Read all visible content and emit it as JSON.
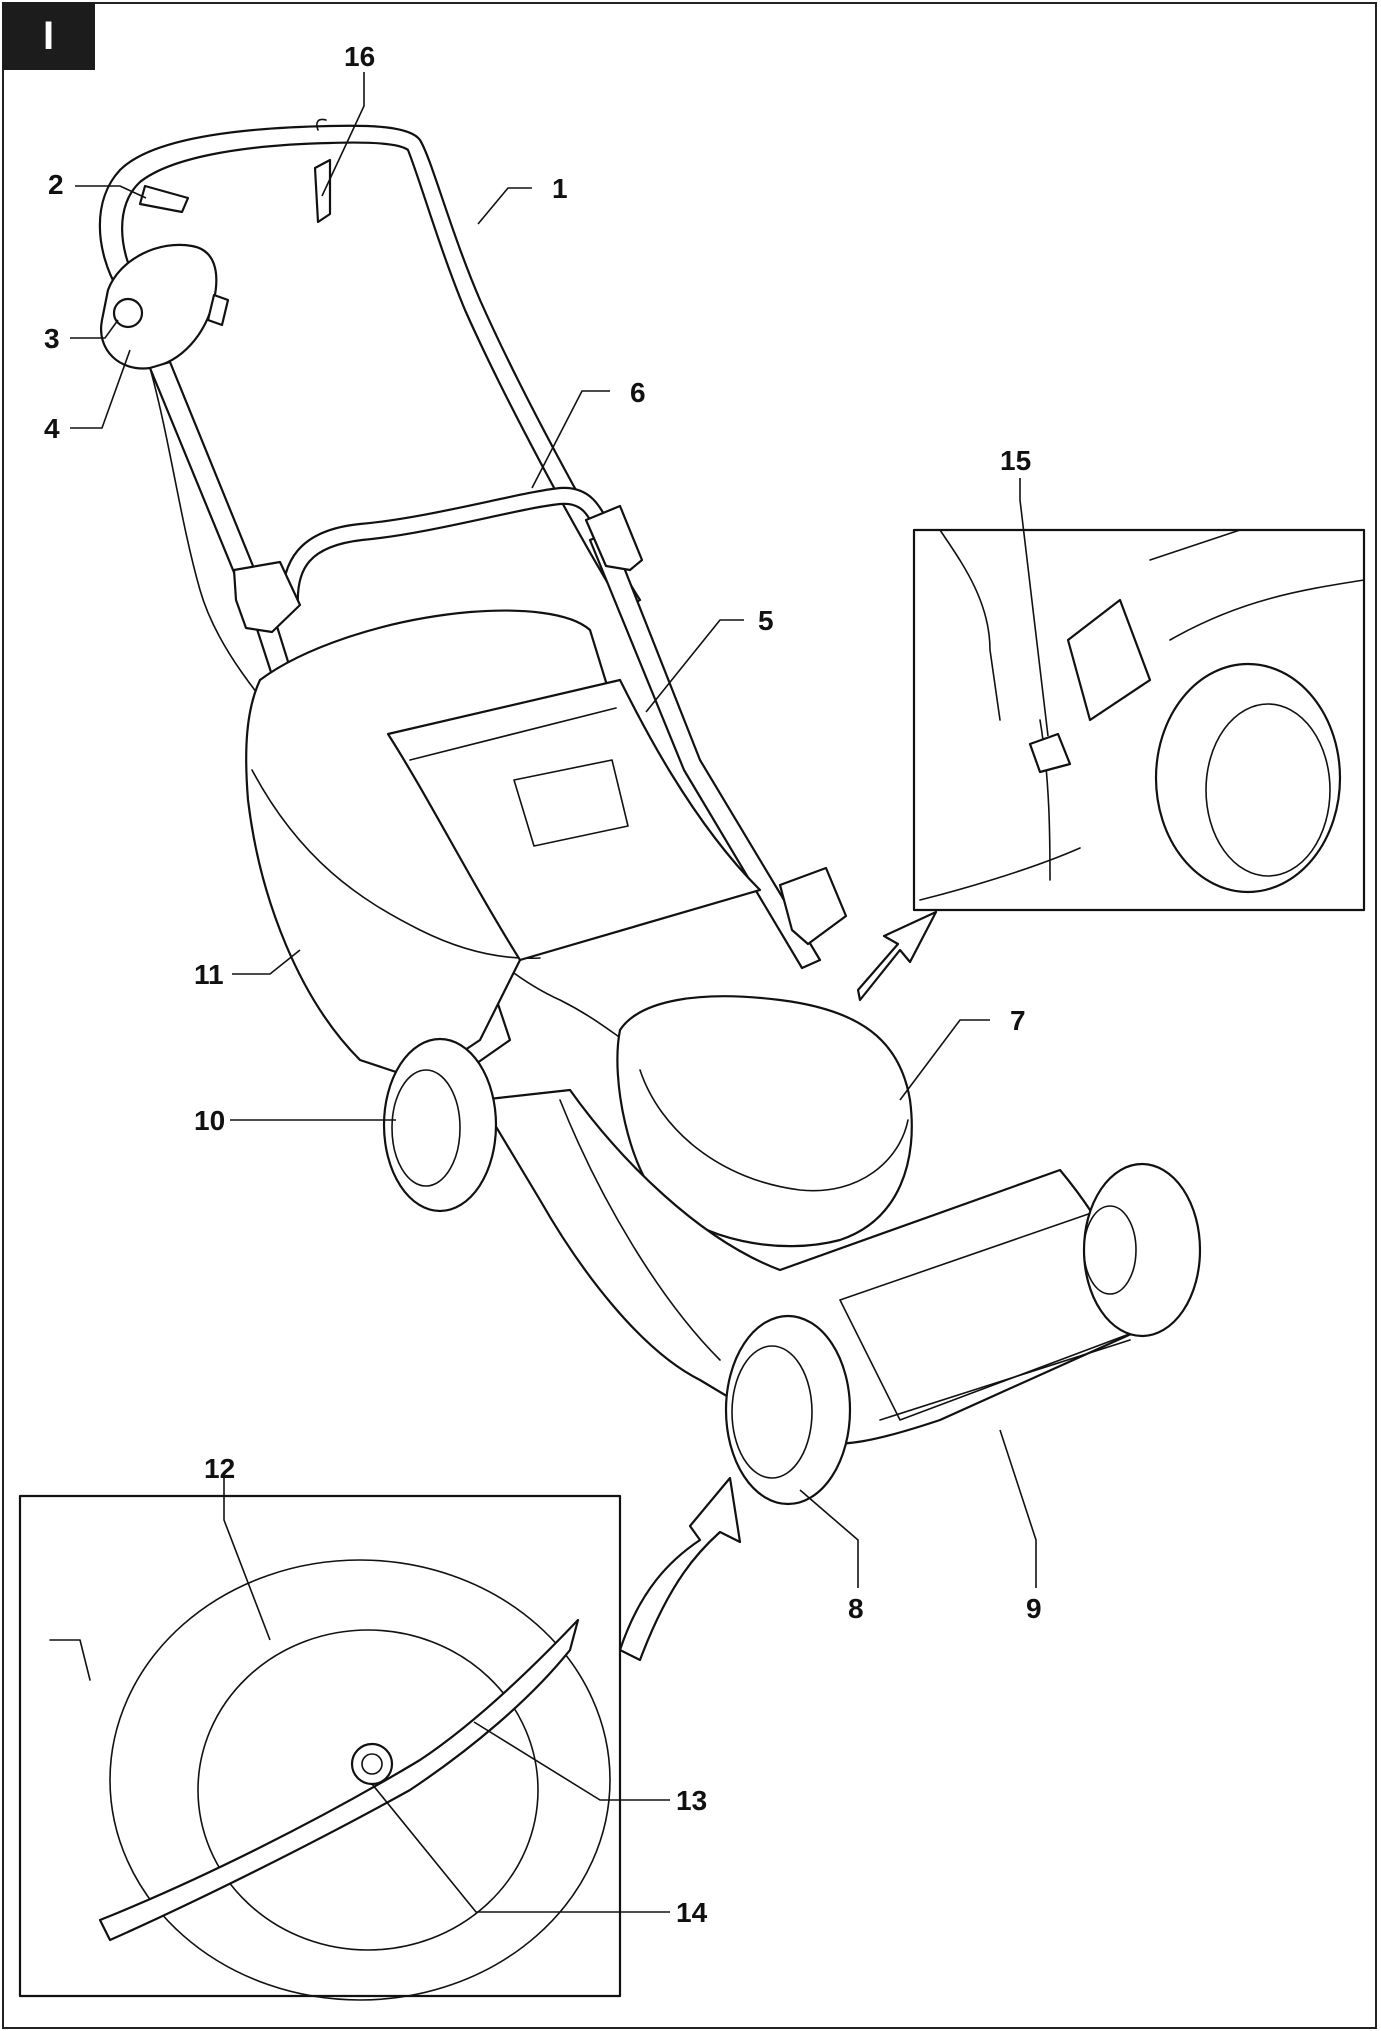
{
  "figure": {
    "badge": "I"
  },
  "callouts": [
    {
      "id": "1",
      "label": "1"
    },
    {
      "id": "2",
      "label": "2"
    },
    {
      "id": "3",
      "label": "3"
    },
    {
      "id": "4",
      "label": "4"
    },
    {
      "id": "5",
      "label": "5"
    },
    {
      "id": "6",
      "label": "6"
    },
    {
      "id": "7",
      "label": "7"
    },
    {
      "id": "8",
      "label": "8"
    },
    {
      "id": "9",
      "label": "9"
    },
    {
      "id": "10",
      "label": "10"
    },
    {
      "id": "11",
      "label": "11"
    },
    {
      "id": "12",
      "label": "12"
    },
    {
      "id": "13",
      "label": "13"
    },
    {
      "id": "14",
      "label": "14"
    },
    {
      "id": "15",
      "label": "15"
    },
    {
      "id": "16",
      "label": "16"
    }
  ]
}
